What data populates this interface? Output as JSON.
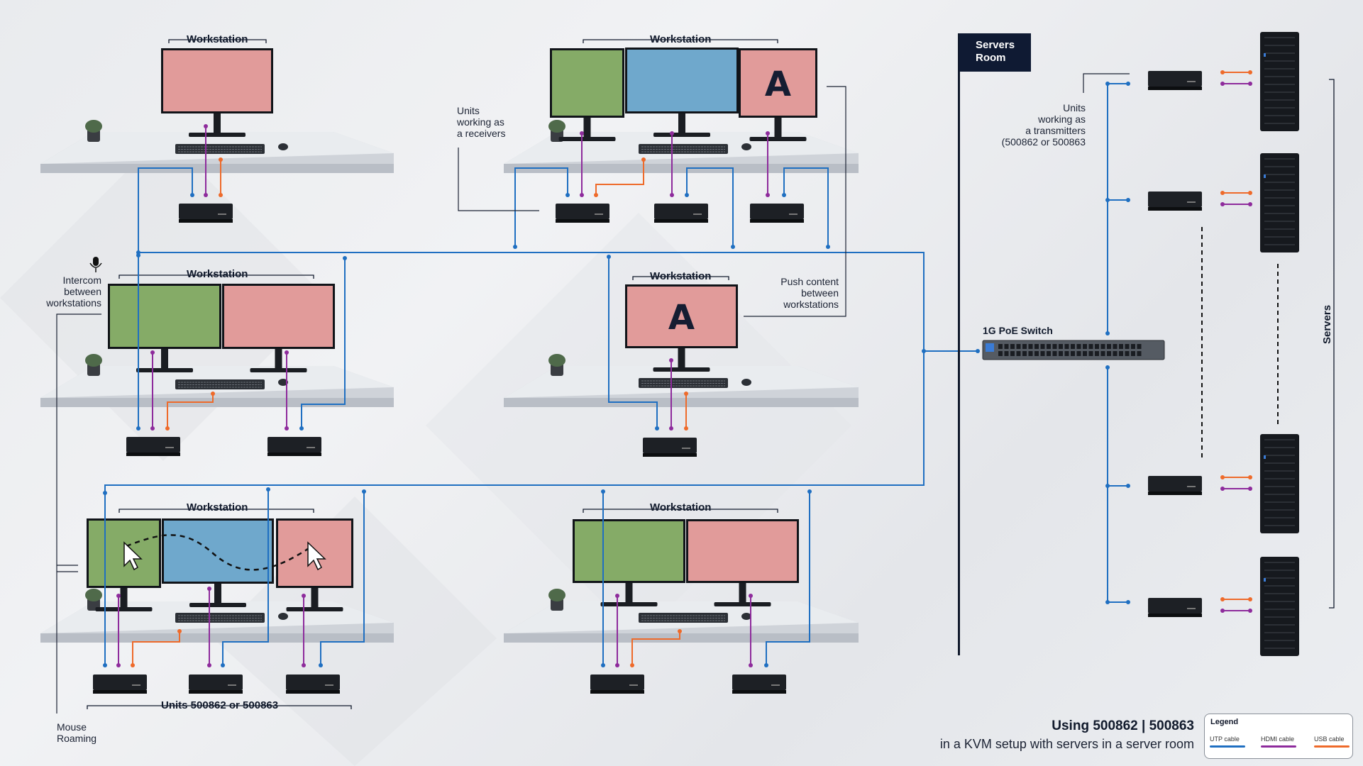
{
  "workstation_label": "Workstation",
  "labels": {
    "units_receivers": "Units\nworking as\na receivers",
    "intercom": "Intercom\nbetween\nworkstations",
    "push_content": "Push content\nbetween\nworkstations",
    "mouse_roaming": "Mouse\nRoaming",
    "units_transmitters": "Units\nworking as\na transmitters\n(500862 or 500863",
    "servers_room": "Servers\nRoom",
    "switch": "1G PoE Switch",
    "servers": "Servers",
    "units_bottom": "Units 500862 or 500863",
    "screen_letter": "A"
  },
  "footer": {
    "title": "Using 500862 | 500863",
    "subtitle": "in a KVM setup with servers in a server room"
  },
  "legend": {
    "title": "Legend",
    "items": [
      {
        "label": "UTP cable",
        "color": "#1f6fc1"
      },
      {
        "label": "HDMI cable",
        "color": "#8e2b9c"
      },
      {
        "label": "USB cable",
        "color": "#ee6a2a"
      }
    ]
  },
  "colors": {
    "utp": "#1f6fc1",
    "hdmi": "#8e2b9c",
    "usb": "#ee6a2a",
    "screen_pink": "#e19b9a",
    "screen_green": "#85ab67",
    "screen_blue": "#6fa8cc",
    "navy": "#0f1a33"
  }
}
